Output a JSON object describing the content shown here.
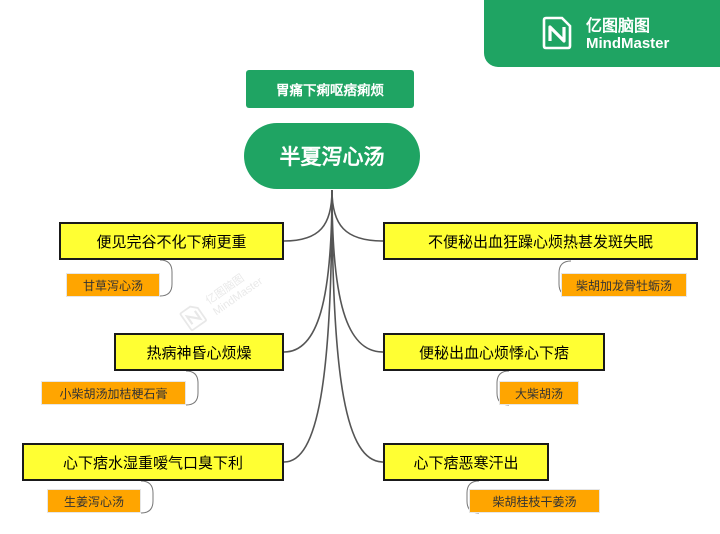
{
  "brand": {
    "name_cn": "亿图脑图",
    "name_en": "MindMaster",
    "color": "#1fa463"
  },
  "watermark": {
    "name_cn": "亿图脑图",
    "name_en": "MindMaster"
  },
  "diagram": {
    "tag": "胃痛下痢呕痞痢烦",
    "root": "半夏泻心汤",
    "colors": {
      "root": "#1fa463",
      "branch": "#ffff33",
      "leaf": "#ffa500",
      "edge": "#555555"
    },
    "left_branches": [
      {
        "label": "便见完谷不化下痢更重",
        "leaf": "甘草泻心汤"
      },
      {
        "label": "热病神昏心烦燥",
        "leaf": "小柴胡汤加桔梗石膏"
      },
      {
        "label": "心下痞水湿重嗳气口臭下利",
        "leaf": "生姜泻心汤"
      }
    ],
    "right_branches": [
      {
        "label": "不便秘出血狂躁心烦热甚发斑失眠",
        "leaf": "柴胡加龙骨牡蛎汤"
      },
      {
        "label": "便秘出血心烦悸心下痞",
        "leaf": "大柴胡汤"
      },
      {
        "label": "心下痞恶寒汗出",
        "leaf": "柴胡桂枝干姜汤"
      }
    ]
  }
}
